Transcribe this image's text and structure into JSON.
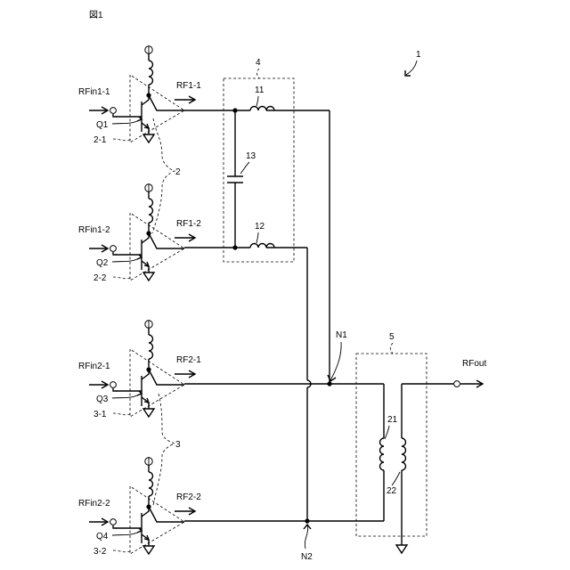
{
  "figure": {
    "title": "図1"
  },
  "labels": {
    "device": "1",
    "group_a": "2",
    "group_b": "3",
    "combiner": "4",
    "transformer": "5",
    "inductor_a": "11",
    "inductor_b": "12",
    "capacitor": "13",
    "primary_coil": "21",
    "secondary_coil": "22",
    "node1": "N1",
    "node2": "N2",
    "output": "RFout"
  },
  "amplifiers": [
    {
      "input": "RFin1-1",
      "transistor": "Q1",
      "output": "RF1-1",
      "ref": "2-1"
    },
    {
      "input": "RFin1-2",
      "transistor": "Q2",
      "output": "RF1-2",
      "ref": "2-2"
    },
    {
      "input": "RFin2-1",
      "transistor": "Q3",
      "output": "RF2-1",
      "ref": "3-1"
    },
    {
      "input": "RFin2-2",
      "transistor": "Q4",
      "output": "RF2-2",
      "ref": "3-2"
    }
  ]
}
